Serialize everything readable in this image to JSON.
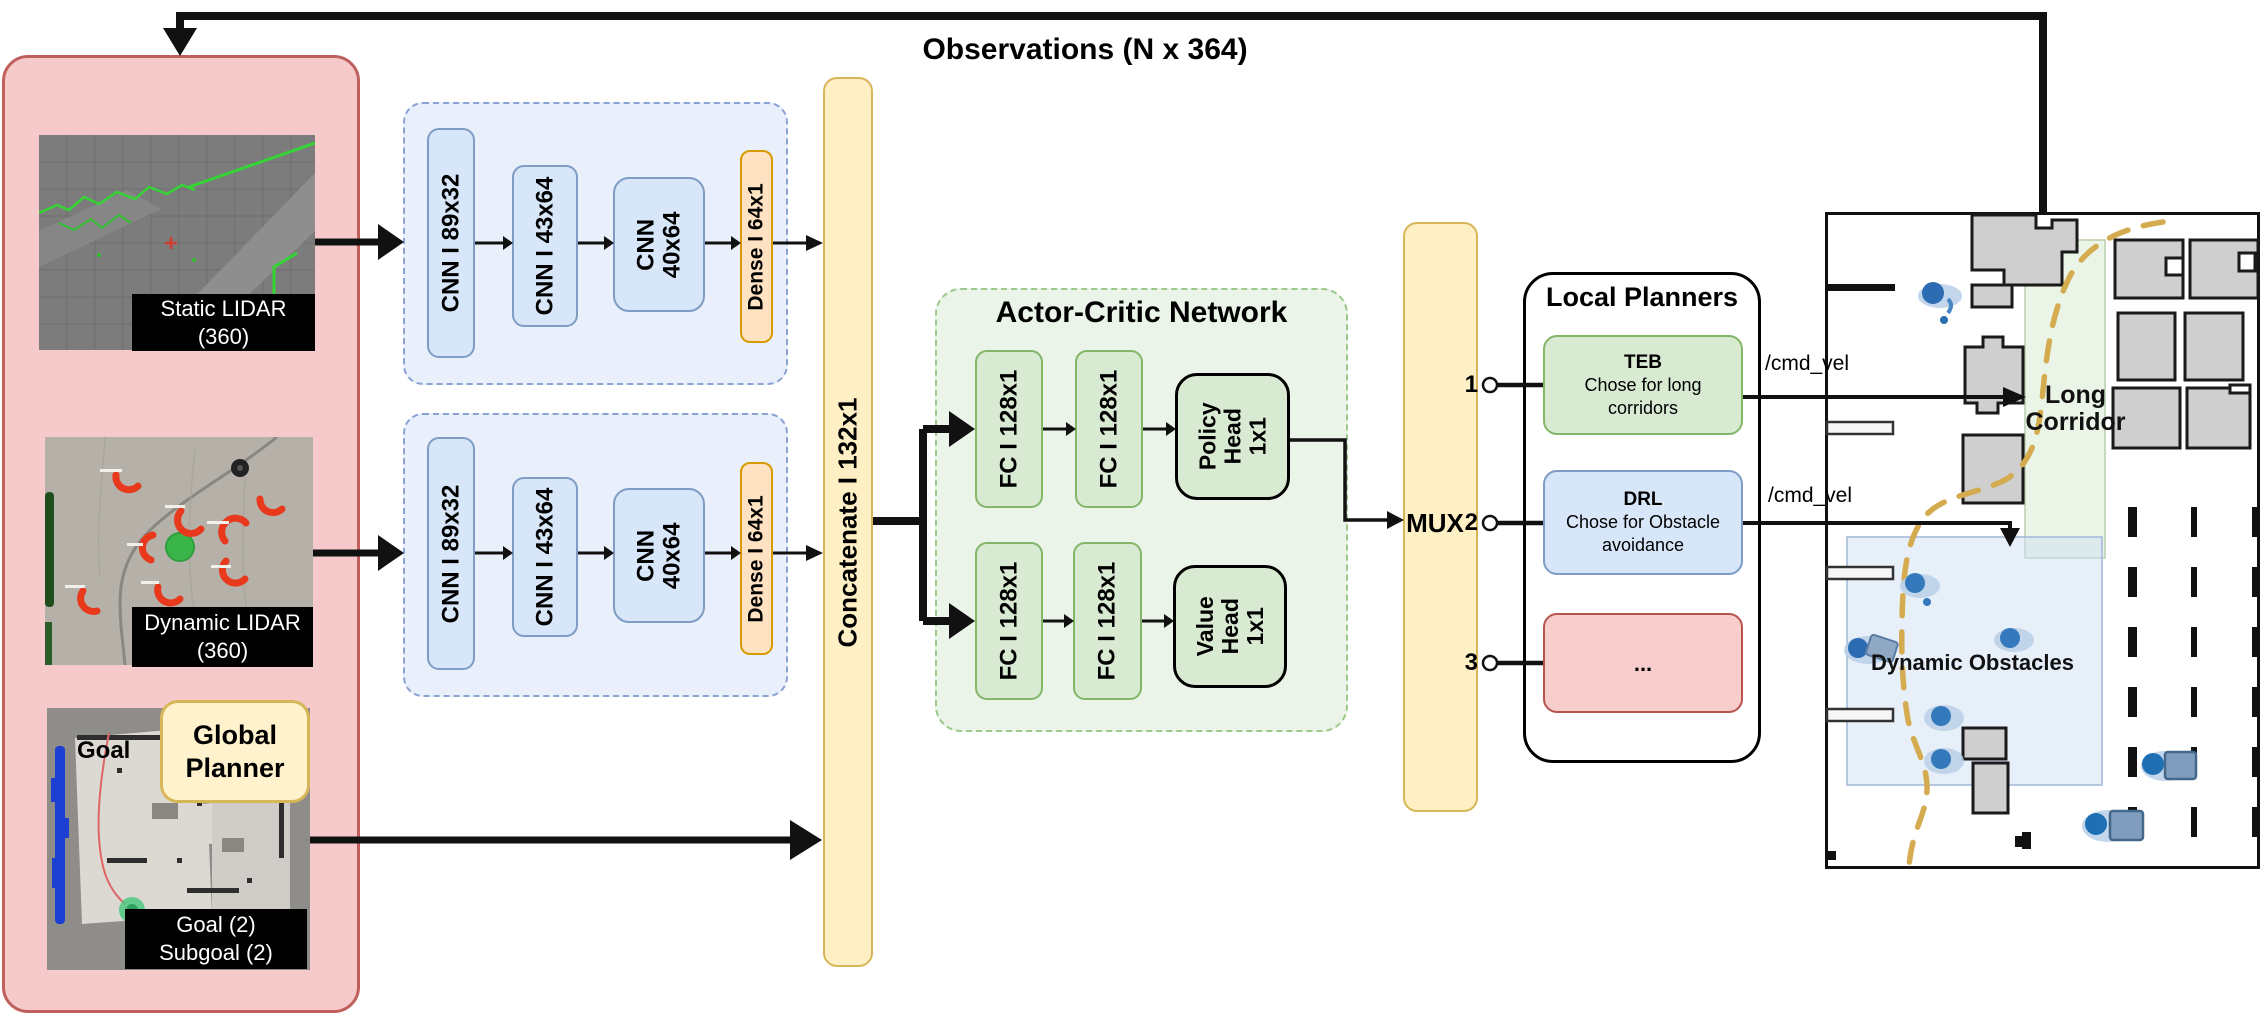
{
  "palette": {
    "input_panel_fill": "#f6caca",
    "input_panel_border": "#c0605c",
    "cnn_fill": "#d7e6f8",
    "cnn_border": "#7e9cc4",
    "dense_fill": "#ffe2c2",
    "dense_border": "#d79b00",
    "bar_fill": "#ffefc5",
    "bar_border": "#d6b656",
    "fc_fill": "#d9ead3",
    "fc_border": "#84b668",
    "other_fill": "#f8cecc",
    "other_border": "#b85450",
    "path_dash": "#d4ab4f",
    "arrow": "#111111"
  },
  "header": {
    "observations_title": "Observations (N x 364)"
  },
  "inputs": {
    "static_lidar": {
      "line1": "Static LIDAR",
      "line2": "(360)"
    },
    "dynamic_lidar": {
      "line1": "Dynamic LIDAR",
      "line2": "(360)"
    },
    "goal": {
      "map_text": "Goal",
      "line1": "Goal (2)",
      "line2": "Subgoal (2)"
    },
    "global_planner": {
      "line1": "Global",
      "line2": "Planner"
    }
  },
  "cnn_block": {
    "layer1": "CNN I 89x32",
    "layer2": "CNN I 43x64",
    "layer3_line1": "CNN",
    "layer3_line2": "40x64",
    "dense": "Dense I 64x1"
  },
  "concatenate": {
    "label": "Concatenate I 132x1"
  },
  "actor_critic": {
    "title": "Actor-Critic Network",
    "fc": "FC I 128x1",
    "policy_head": {
      "line1": "Policy",
      "line2": "Head",
      "line3": "1x1"
    },
    "value_head": {
      "line1": "Value",
      "line2": "Head",
      "line3": "1x1"
    }
  },
  "mux": {
    "label": "MUX",
    "port1": "1",
    "port2": "2",
    "port3": "3"
  },
  "local_planners": {
    "title": "Local Planners",
    "teb": {
      "name": "TEB",
      "desc1": "Chose for long",
      "desc2": "corridors"
    },
    "drl": {
      "name": "DRL",
      "desc1": "Chose for Obstacle",
      "desc2": "avoidance"
    },
    "other": {
      "name": "..."
    }
  },
  "topics": {
    "cmd_vel_teb": "/cmd_vel",
    "cmd_vel_drl": "/cmd_vel"
  },
  "map": {
    "long_corridor_line1": "Long",
    "long_corridor_line2": "Corridor",
    "dynamic_obstacles": "Dynamic Obstacles"
  }
}
